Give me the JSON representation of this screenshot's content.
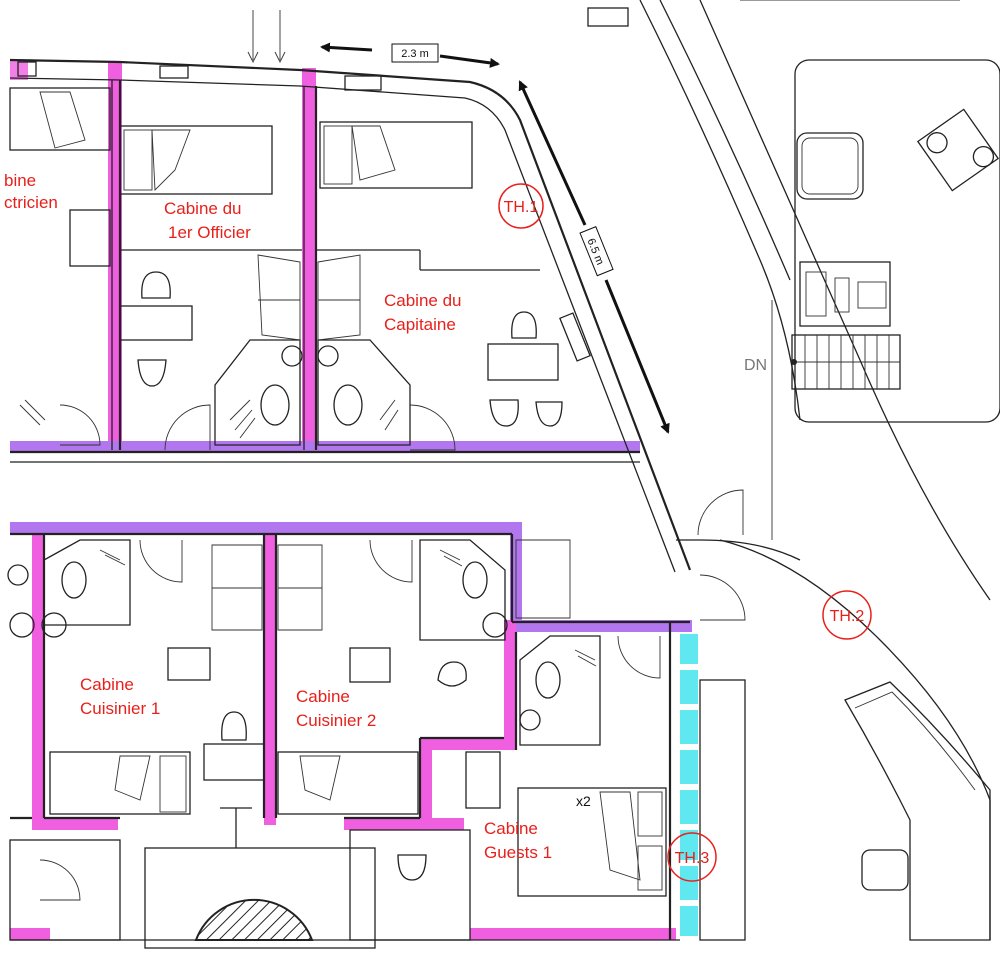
{
  "colors": {
    "label_red": "#e8201c",
    "wall_magenta": "#ef5fe0",
    "wall_violet": "#b277ee",
    "wall_cyan": "#5fe8f0",
    "line": "#222222"
  },
  "rooms": {
    "electrician_partial": {
      "line1": "bine",
      "line2": "ctricien"
    },
    "first_officer": {
      "line1": "Cabine du",
      "line2": "1er Officier"
    },
    "captain": {
      "line1": "Cabine du",
      "line2": "Capitaine"
    },
    "cook_1": {
      "line1": "Cabine",
      "line2": "Cuisinier 1"
    },
    "cook_2": {
      "line1": "Cabine",
      "line2": "Cuisinier 2"
    },
    "guests_1": {
      "line1": "Cabine",
      "line2": "Guests 1"
    }
  },
  "markers": {
    "th1": "TH.1",
    "th2": "TH.2",
    "th3": "TH.3"
  },
  "dimensions": {
    "horizontal": "2.3 m",
    "diagonal": "6.5 m"
  },
  "labels": {
    "stair_dn": "DN",
    "bed_count": "x2"
  }
}
